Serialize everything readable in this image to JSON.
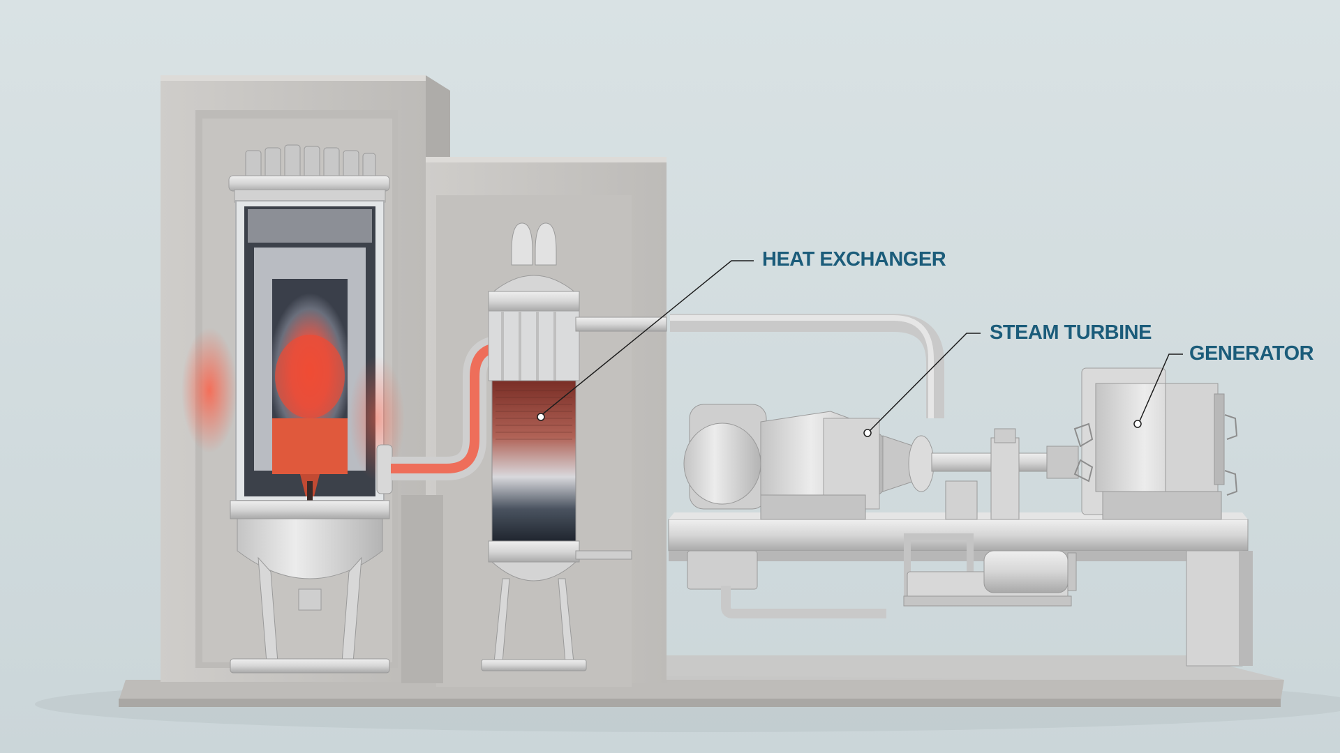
{
  "colors": {
    "background": "#d3dde0",
    "concrete": "#c9c8c6",
    "metal": "#dcdcdc",
    "hot_core": "#e8553a",
    "cold_water": "#2c3440",
    "label_text": "#1b5c7a",
    "leader_line": "#1d1d1d"
  },
  "labels": {
    "heat_exchanger": "HEAT EXCHANGER",
    "steam_turbine": "STEAM TURBINE",
    "generator": "GENERATOR"
  }
}
